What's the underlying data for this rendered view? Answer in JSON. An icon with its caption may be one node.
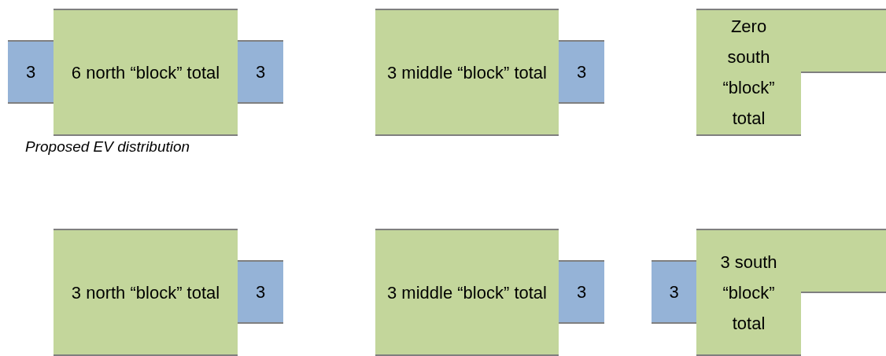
{
  "diagram": {
    "nodes": [
      {
        "text": [
          "3"
        ]
      },
      {
        "text": [
          "6 north “block” total"
        ]
      },
      {
        "text": [
          "3"
        ]
      },
      {
        "text": [
          "3 middle “block” total"
        ]
      },
      {
        "text": [
          "3"
        ]
      },
      {
        "text": [
          "Zero south “block” total"
        ]
      },
      {
        "text": [
          "3 north “block” total"
        ]
      },
      {
        "text": [
          "3"
        ]
      },
      {
        "text": [
          "3 middle “block” total"
        ]
      },
      {
        "text": [
          "3"
        ]
      },
      {
        "text": [
          "3"
        ]
      },
      {
        "text": [
          "3 south “block” total"
        ]
      }
    ],
    "labels": [
      "Proposed EV distribution"
    ]
  }
}
